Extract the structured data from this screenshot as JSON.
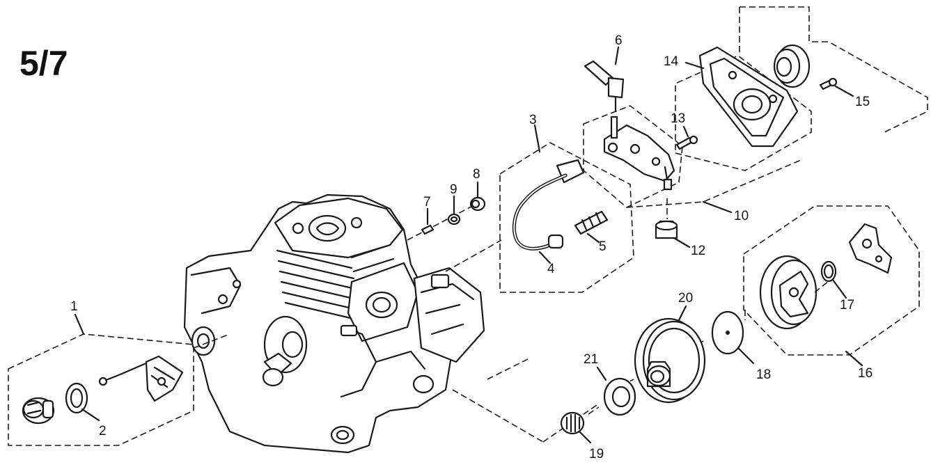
{
  "page_label": "5/7",
  "parts": [
    "1",
    "2",
    "3",
    "4",
    "5",
    "6",
    "7",
    "8",
    "9",
    "10",
    "12",
    "13",
    "14",
    "15",
    "16",
    "17",
    "18",
    "19",
    "20",
    "21"
  ]
}
